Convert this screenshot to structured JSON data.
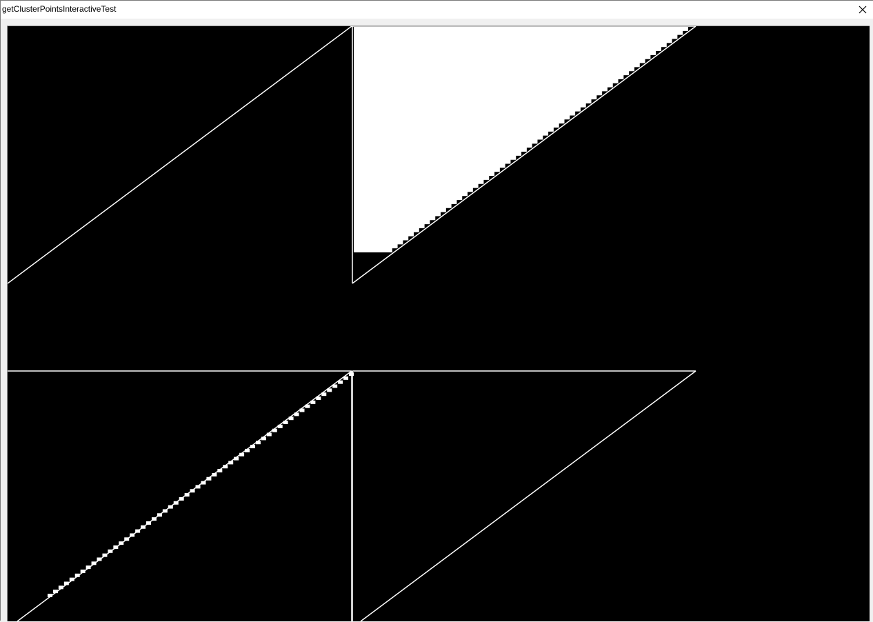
{
  "window": {
    "title": "getClusterPointsInteractiveTest"
  },
  "icons": {
    "close": "close-icon"
  },
  "colors": {
    "background": "#000000",
    "foreground": "#ffffff",
    "chrome": "#f0f0f0"
  },
  "canvas": {
    "panels": [
      {
        "name": "panel-top-left",
        "content": "diagonal-line"
      },
      {
        "name": "panel-top-right",
        "content": "grid-triangle-with-staircase"
      },
      {
        "name": "panel-bottom-left",
        "content": "diagonal-line-with-staircase"
      },
      {
        "name": "panel-bottom-right",
        "content": "diagonal-line"
      }
    ]
  }
}
